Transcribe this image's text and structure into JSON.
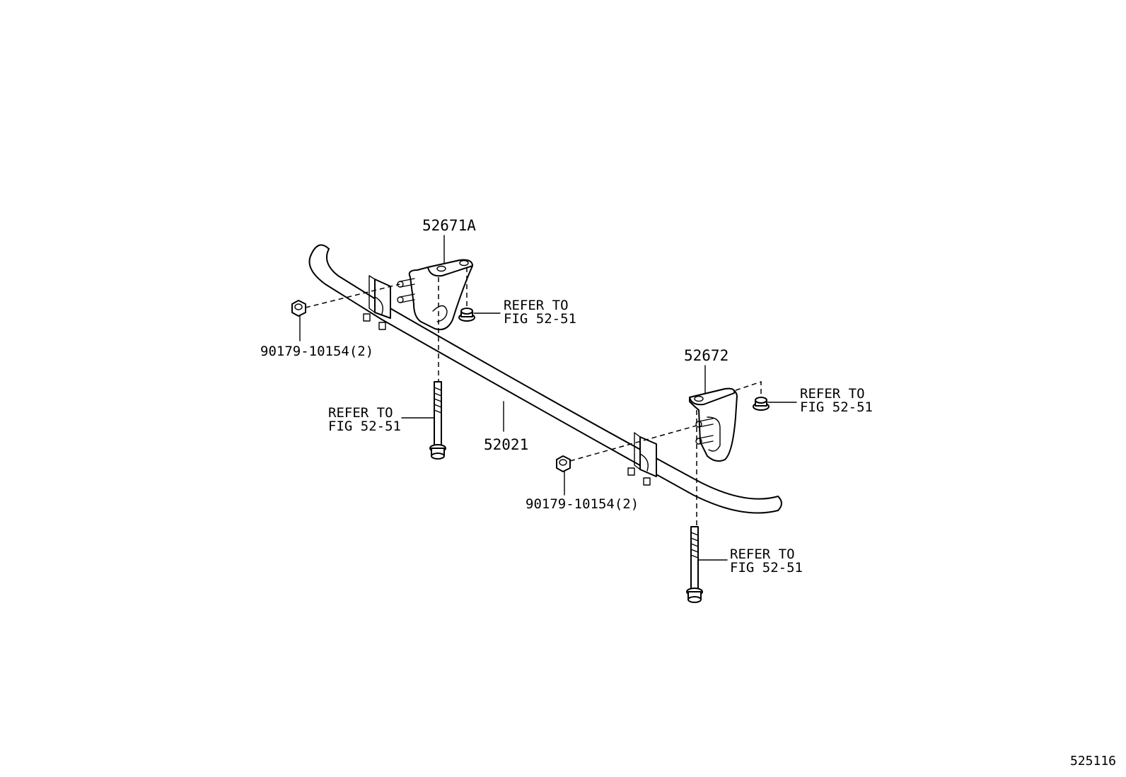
{
  "labels": {
    "bracket_left": "52671A",
    "bracket_right": "52672",
    "stabilizer_bar": "52021",
    "nut_left": "90179-10154(2)",
    "nut_right": "90179-10154(2)",
    "refer_line1": "REFER TO",
    "refer_line2": "FIG 52-51"
  },
  "figure_number": "525116"
}
